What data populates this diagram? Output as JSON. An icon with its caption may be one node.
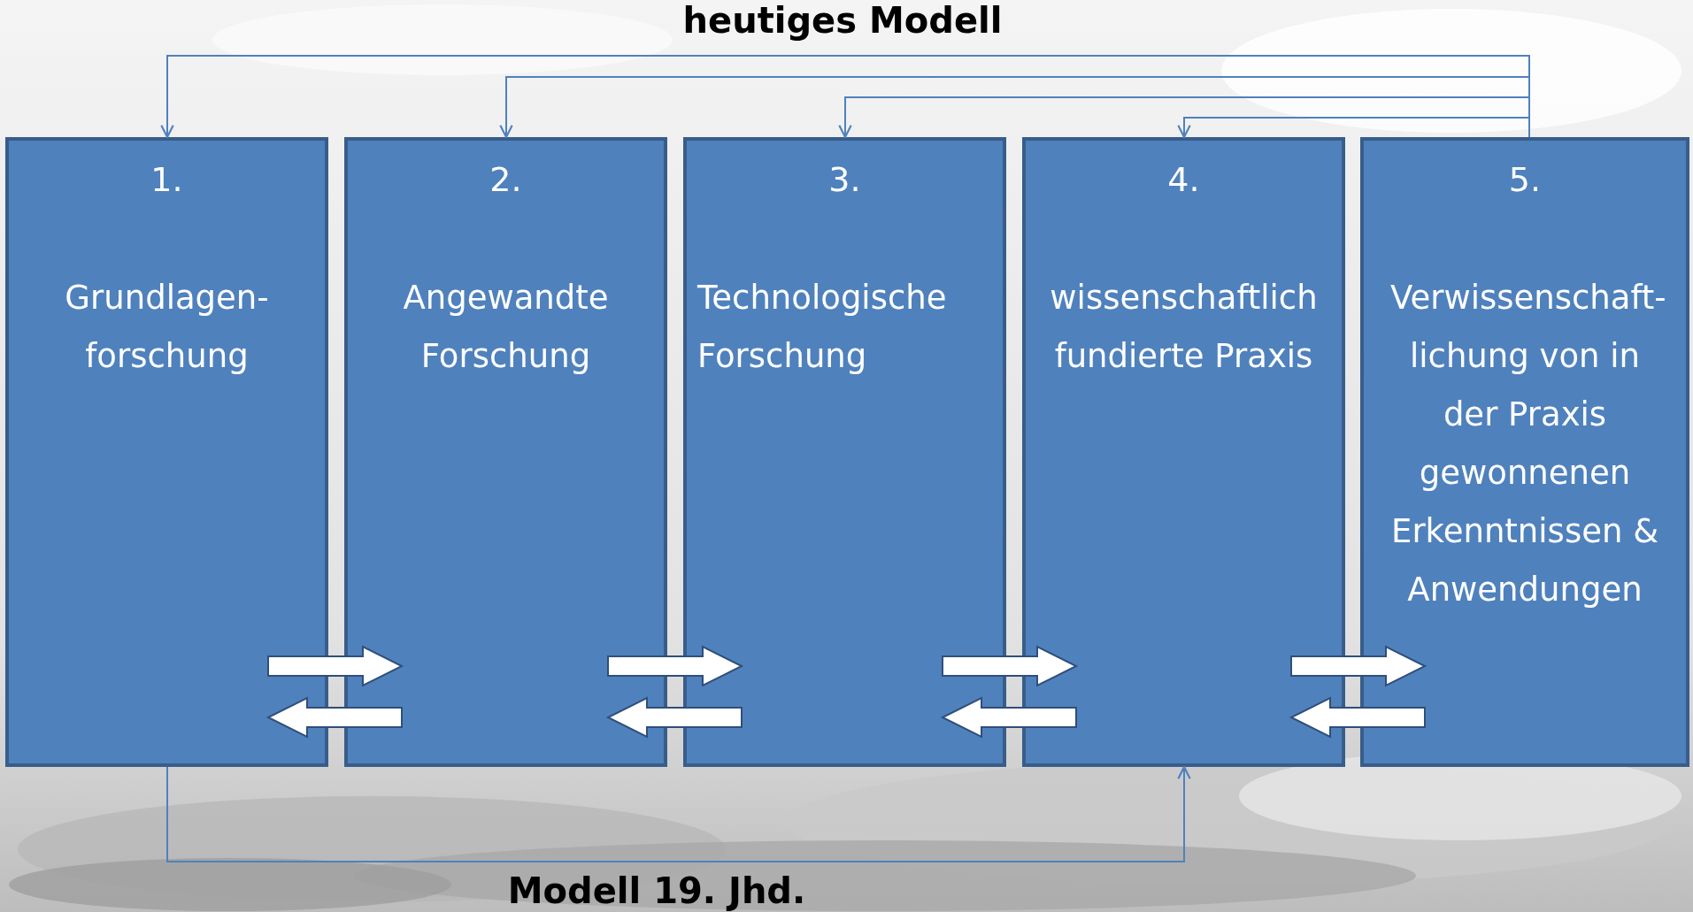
{
  "diagram": {
    "nodes": [
      {
        "text": [
          "1.",
          "Grundlagen-forschung"
        ]
      },
      {
        "text": [
          "2.",
          "Angewandte Forschung"
        ]
      },
      {
        "text": [
          "3.",
          "Technologische Forschung"
        ]
      },
      {
        "text": [
          "4.",
          "wissenschaftlich fundierte Praxis"
        ]
      },
      {
        "text": [
          "5.",
          "Verwissenschaft-lichung von in der Praxis gewonnenen Erkenntnissen & Anwendungen"
        ]
      }
    ],
    "edges": [
      {
        "from": 4,
        "to": 0,
        "arrow": "to"
      },
      {
        "from": 4,
        "to": 1,
        "arrow": "to"
      },
      {
        "from": 4,
        "to": 2,
        "arrow": "to"
      },
      {
        "from": 4,
        "to": 3,
        "arrow": "to"
      },
      {
        "from": 0,
        "to": 3,
        "arrow": "to"
      },
      {
        "from": 0,
        "to": 1,
        "arrow": "to",
        "style": "thick",
        "color": "#ffffff"
      },
      {
        "from": 1,
        "to": 0,
        "arrow": "to",
        "style": "thick",
        "color": "#ffffff"
      },
      {
        "from": 1,
        "to": 2,
        "arrow": "to",
        "style": "thick",
        "color": "#ffffff"
      },
      {
        "from": 2,
        "to": 1,
        "arrow": "to",
        "style": "thick",
        "color": "#ffffff"
      },
      {
        "from": 2,
        "to": 3,
        "arrow": "to",
        "style": "thick",
        "color": "#ffffff"
      },
      {
        "from": 3,
        "to": 2,
        "arrow": "to",
        "style": "thick",
        "color": "#ffffff"
      },
      {
        "from": 3,
        "to": 4,
        "arrow": "to",
        "style": "thick",
        "color": "#ffffff"
      },
      {
        "from": 4,
        "to": 3,
        "arrow": "to",
        "style": "thick",
        "color": "#ffffff"
      }
    ],
    "labels": [
      "heutiges Modell",
      "Modell 19. Jhd."
    ]
  }
}
